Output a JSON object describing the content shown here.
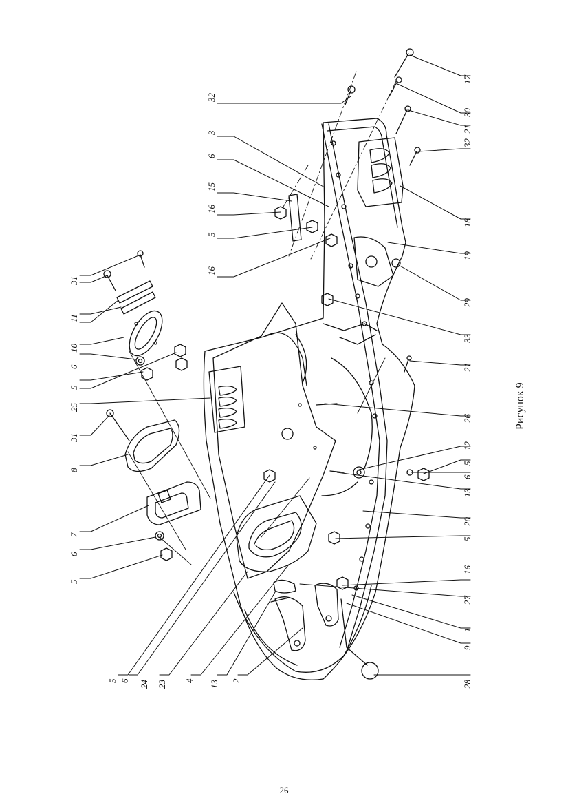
{
  "caption": "Рисунок 9",
  "page_number": "26",
  "callouts": [
    "32",
    "3",
    "6",
    "15",
    "16",
    "5",
    "16",
    "31",
    "11",
    "10",
    "6",
    "5",
    "25",
    "31",
    "8",
    "7",
    "6",
    "5",
    "5",
    "6",
    "24",
    "23",
    "4",
    "13",
    "2",
    "28",
    "9",
    "1",
    "27",
    "16",
    "5",
    "20",
    "13",
    "6",
    "5",
    "12",
    "26",
    "21",
    "33",
    "29",
    "19",
    "18",
    "32",
    "21",
    "30",
    "17"
  ]
}
